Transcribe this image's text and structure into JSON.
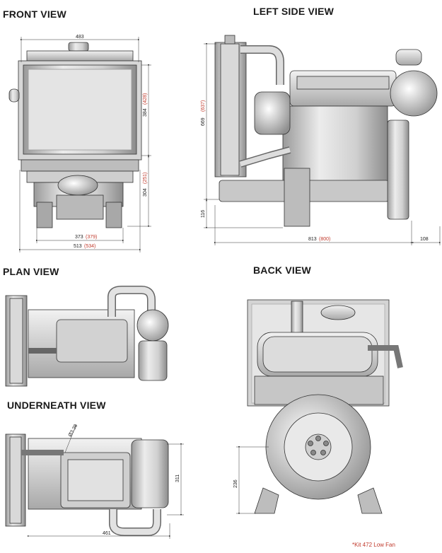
{
  "views": {
    "front": "FRONT VIEW",
    "left_side": "LEFT SIDE VIEW",
    "plan": "PLAN VIEW",
    "back": "BACK VIEW",
    "underneath": "UNDERNEATH VIEW"
  },
  "dimensions": {
    "front_width_top": "483",
    "front_height_radiator": "384",
    "front_height_radiator_alt": "(428)",
    "front_height_lower": "304",
    "front_height_lower_alt": "(251)",
    "front_width_373": "373",
    "front_width_373_alt": "(379)",
    "front_width_513": "513",
    "front_width_513_alt": "(534)",
    "side_height_669": "669",
    "side_height_669_alt": "(637)",
    "side_height_116": "116",
    "side_length_813": "813",
    "side_length_813_alt": "(800)",
    "side_length_108": "108",
    "under_height_311": "311",
    "under_length_461": "461",
    "under_dia": "Ø3.38",
    "back_height_236": "236"
  },
  "footnote": "*Kit 472 Low Fan",
  "colors": {
    "line": "#333333",
    "metal_light": "#e6e6e6",
    "metal_mid": "#b5b5b5",
    "metal_dark": "#7a7a7a",
    "note_red": "#c0392b"
  }
}
